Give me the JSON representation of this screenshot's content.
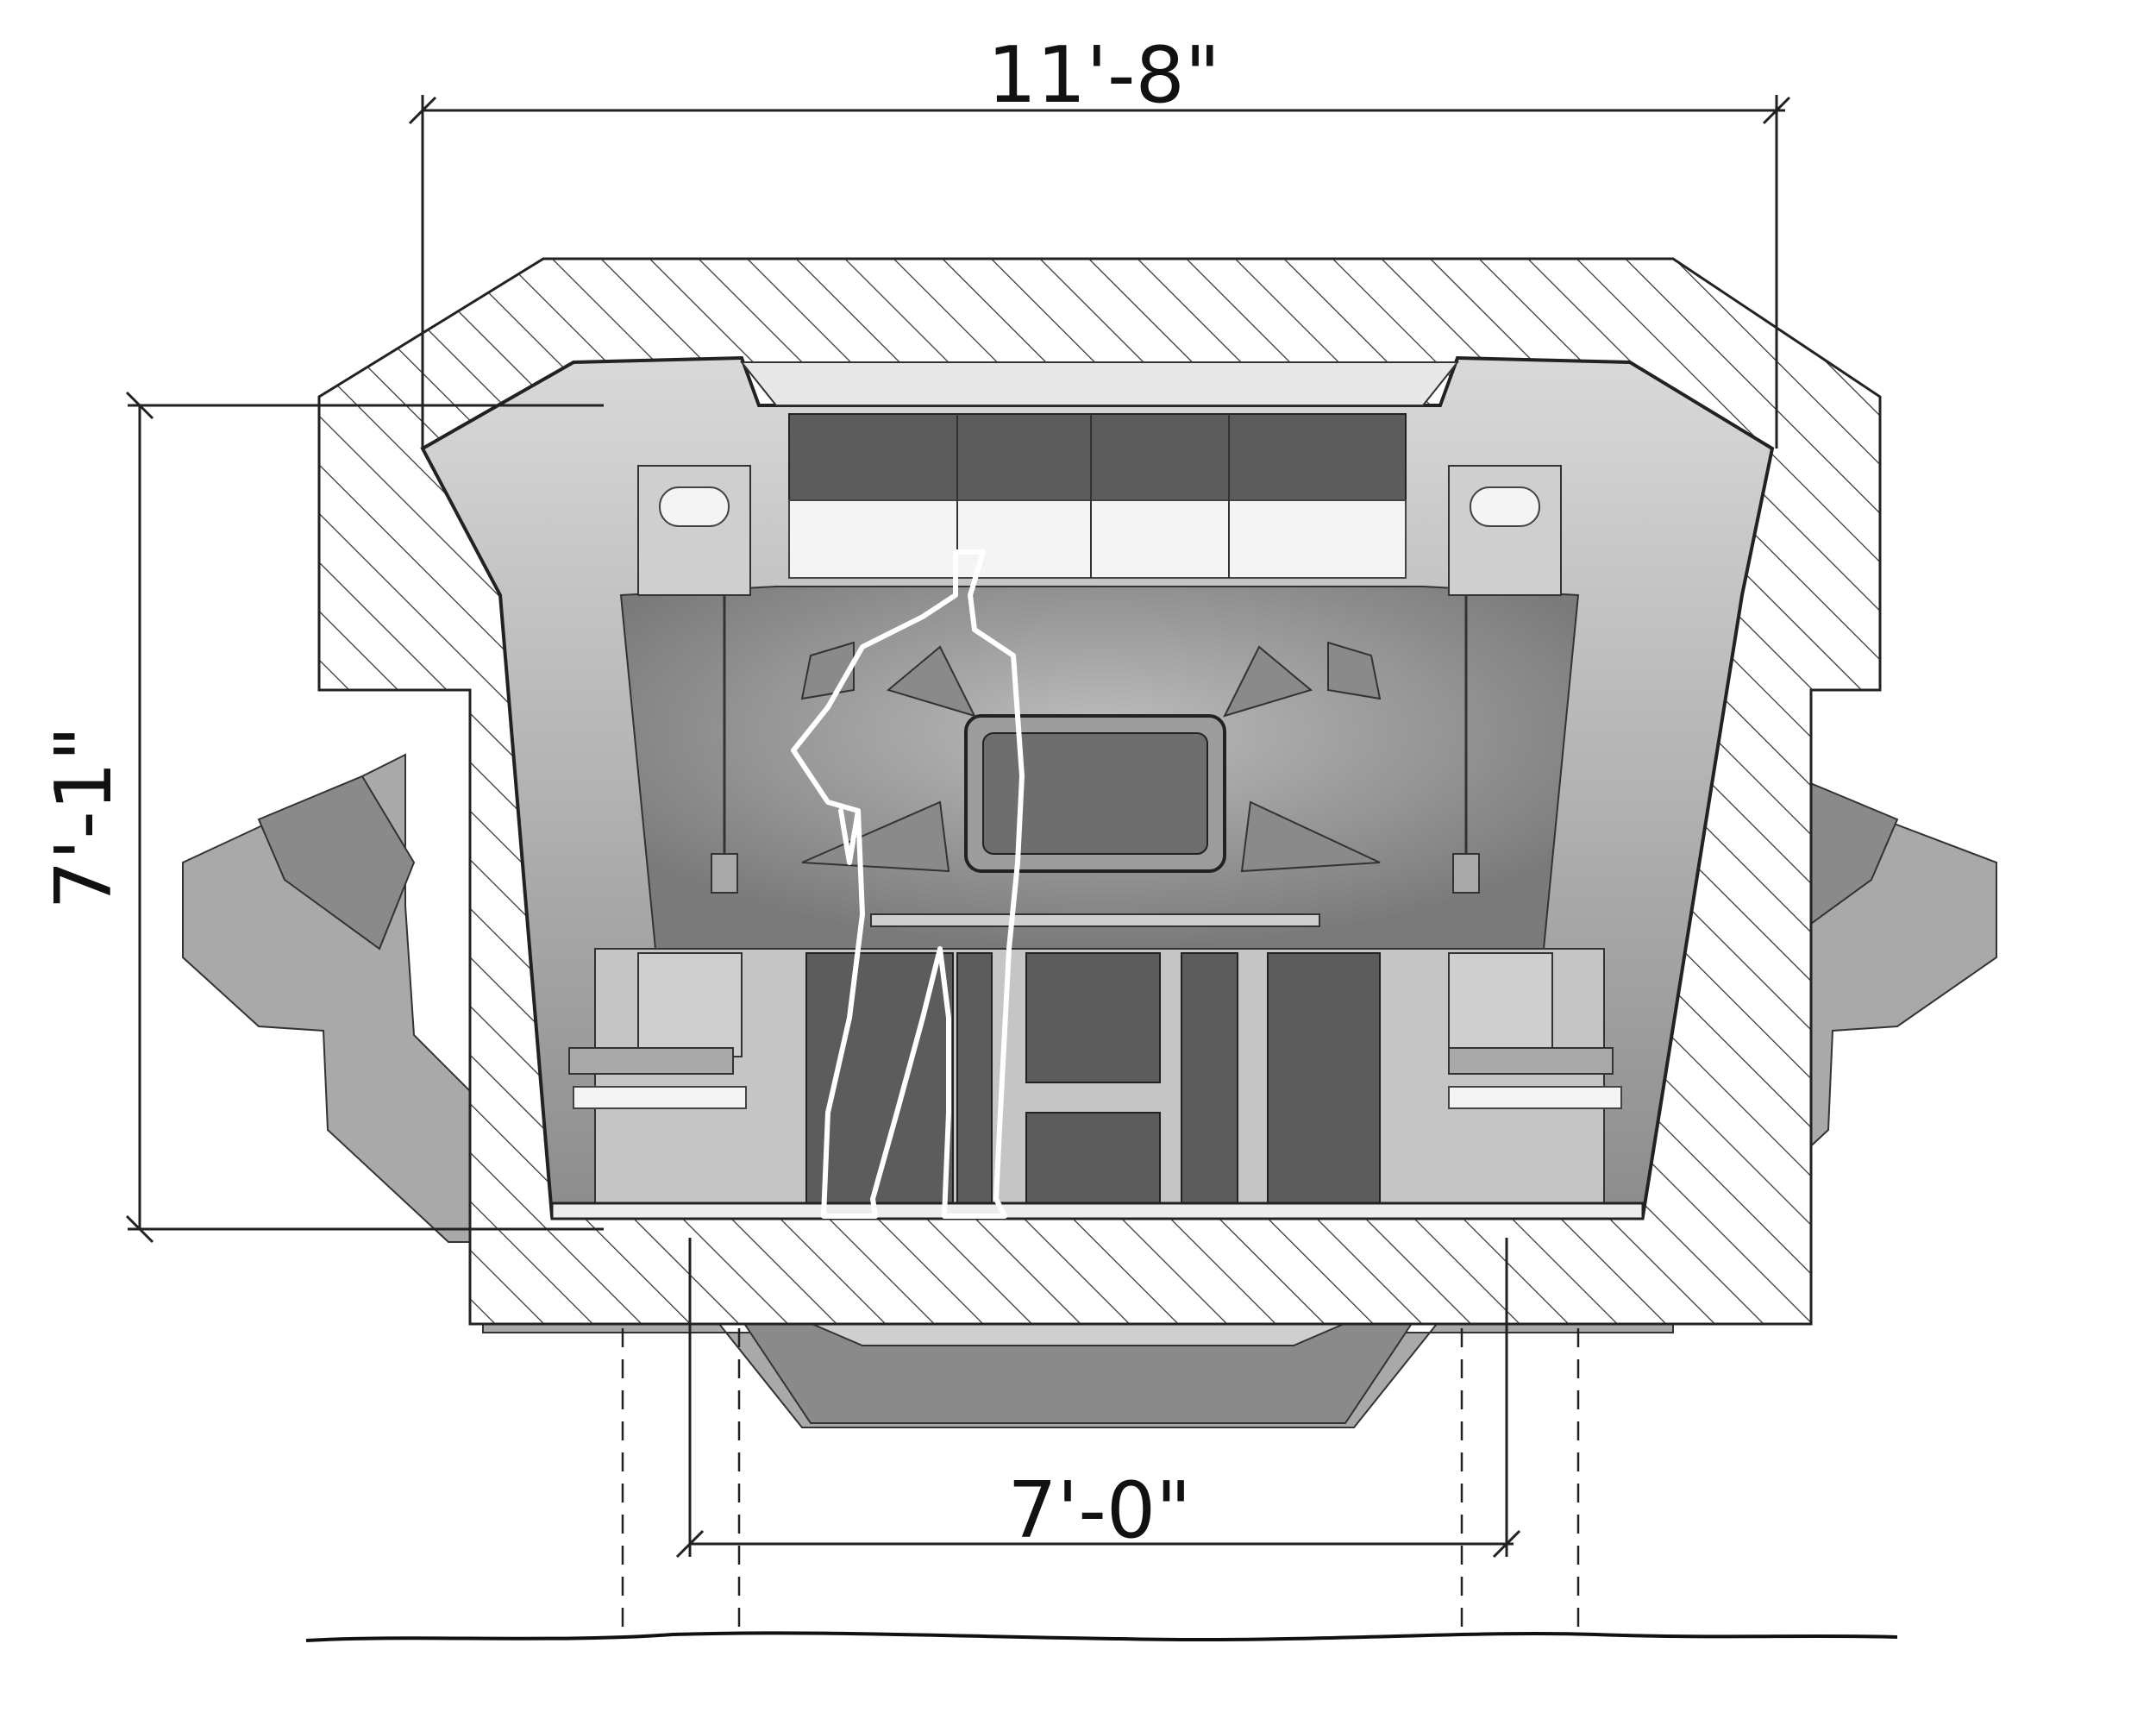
{
  "dimensions": {
    "overall_width": "11'-8\"",
    "interior_height": "7'-1\"",
    "floor_width": "7'-0\""
  },
  "colors": {
    "hatch": "#333333",
    "hull_gray": "#a9a9a9",
    "panel_dark": "#5c5c5c",
    "figure_outline": "#ffffff"
  },
  "icons": {
    "human_figure": "person-silhouette-outline",
    "lamps": "oval-wall-lamp"
  }
}
